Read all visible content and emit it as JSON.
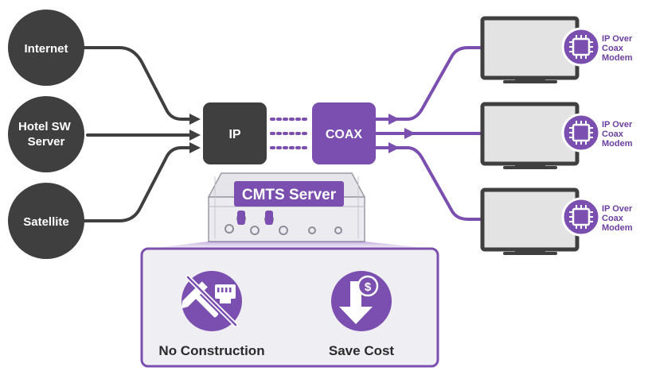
{
  "sources": [
    {
      "label_lines": [
        "Internet"
      ]
    },
    {
      "label_lines": [
        "Hotel SW",
        "Server"
      ]
    },
    {
      "label_lines": [
        "Satellite"
      ]
    }
  ],
  "ip_box": {
    "label": "IP"
  },
  "coax_box": {
    "label": "COAX"
  },
  "cmts": {
    "label": "CMTS Server"
  },
  "tvs": [
    {
      "modem_lines": [
        "IP Over",
        "Coax",
        "Modem"
      ]
    },
    {
      "modem_lines": [
        "IP Over",
        "Coax",
        "Modem"
      ]
    },
    {
      "modem_lines": [
        "IP Over",
        "Coax",
        "Modem"
      ]
    }
  ],
  "benefits": [
    {
      "label": "No Construction",
      "icon": "no-construction-icon"
    },
    {
      "label": "Save Cost",
      "icon": "save-cost-icon"
    }
  ],
  "colors": {
    "dark": "#3f3f3f",
    "purple": "#7b4fb0",
    "purple_dark": "#6b3fa0",
    "panel_bg": "#eeeef3",
    "tv_screen": "#e3e3e3"
  }
}
